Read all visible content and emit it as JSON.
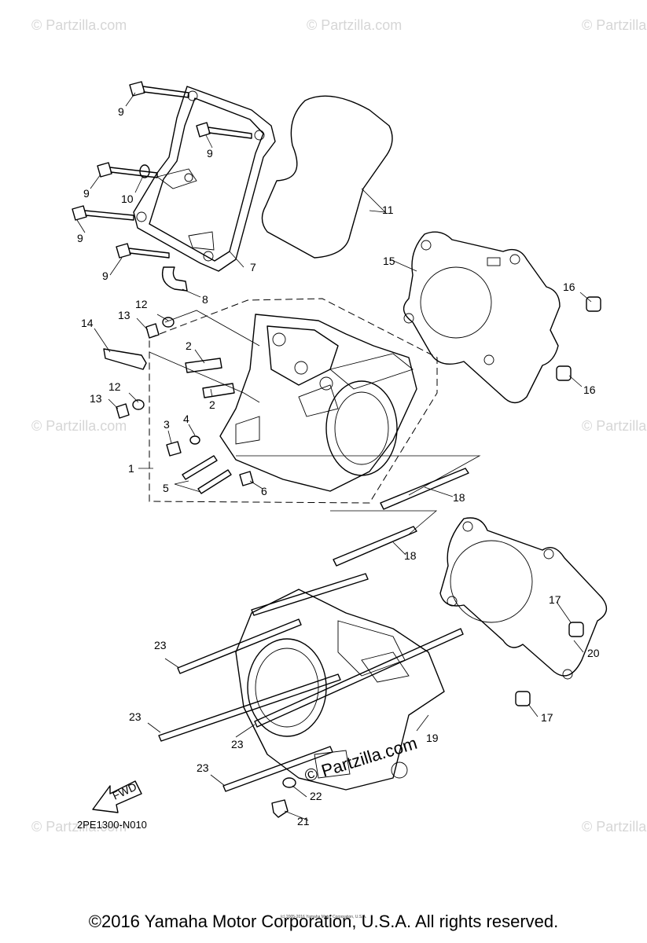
{
  "watermark": "© Partzilla.com",
  "brand_stamp": "© Partzilla.com",
  "diagram_code": "2PE1300-N010",
  "fwd_label": "FWD",
  "tiny_credit": "(c) 2005-2016 Yamaha Motor Corporation, U.S.A.",
  "copyright": "©2016 Yamaha Motor Corporation, U.S.A. All rights reserved.",
  "callouts": [
    "1",
    "2",
    "2",
    "3",
    "4",
    "5",
    "6",
    "7",
    "8",
    "9",
    "9",
    "9",
    "9",
    "9",
    "10",
    "11",
    "12",
    "12",
    "13",
    "13",
    "14",
    "15",
    "16",
    "16",
    "17",
    "17",
    "18",
    "18",
    "19",
    "20",
    "21",
    "22",
    "23",
    "23",
    "23",
    "23"
  ]
}
